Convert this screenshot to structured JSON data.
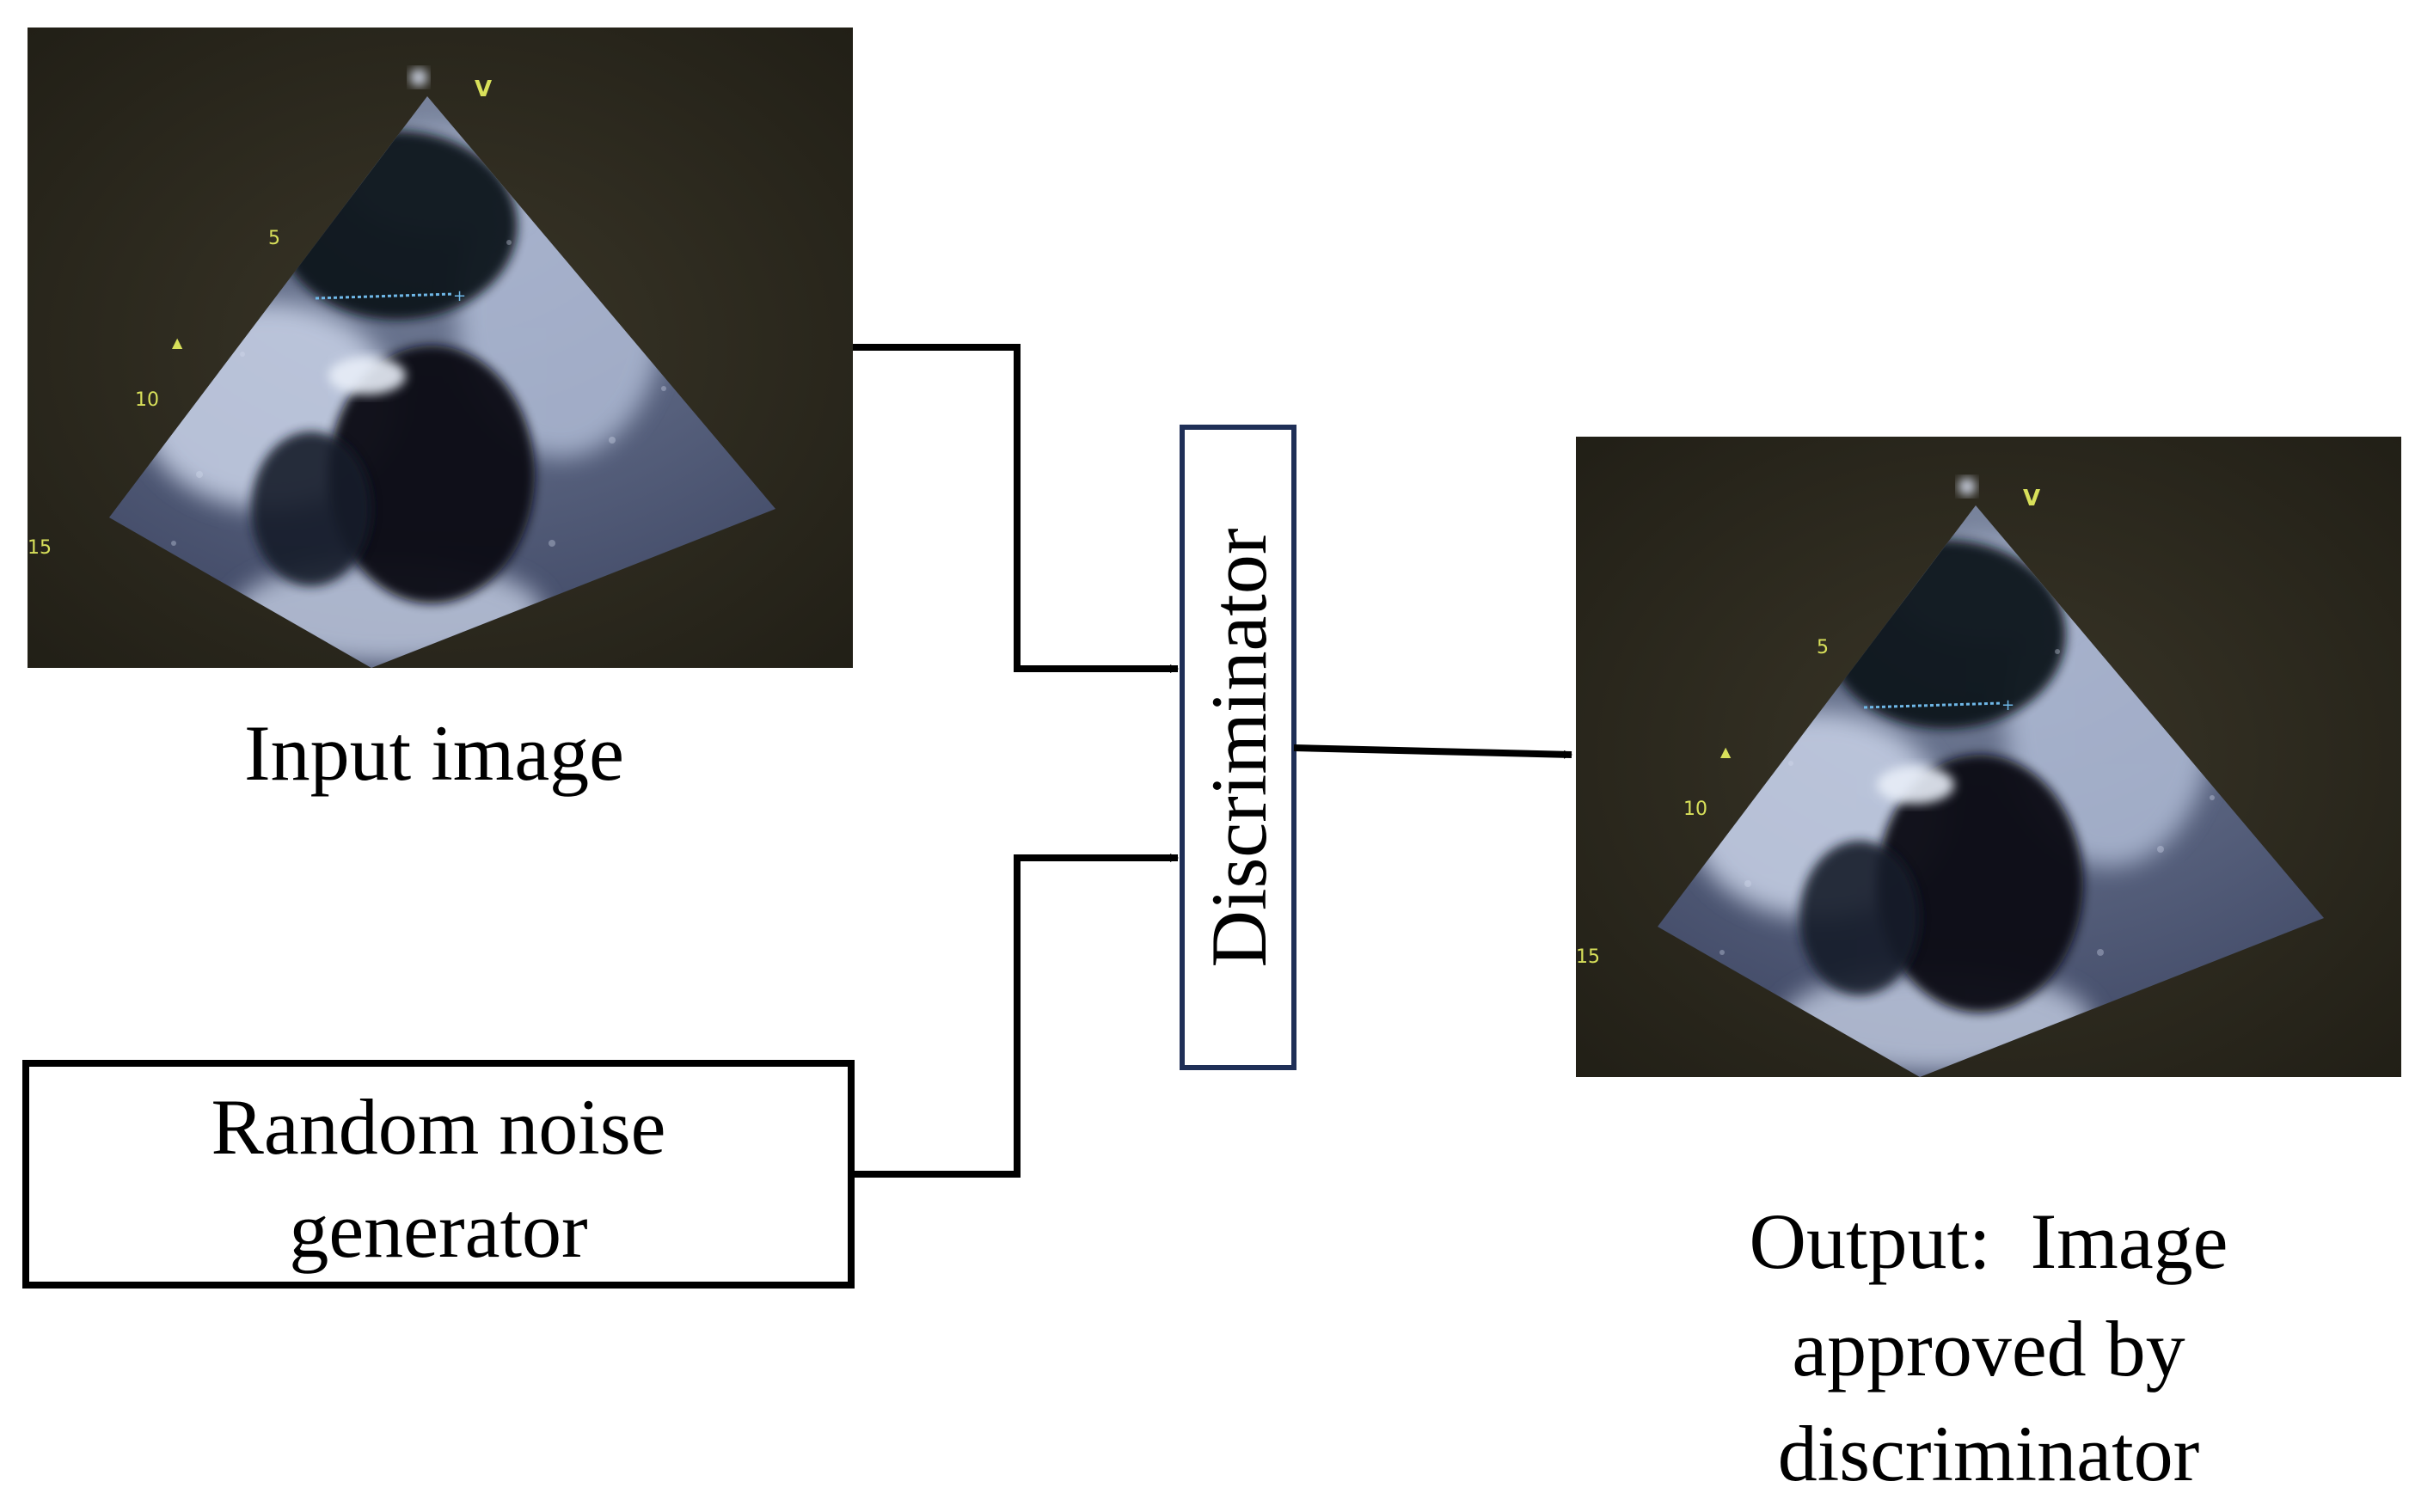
{
  "input_label": "Input image",
  "noise_box_label_line1": "Random noise",
  "noise_box_label_line2": "generator",
  "discriminator_label": "Discriminator",
  "output_label_line1": "Output:  Image",
  "output_label_line2": "approved by",
  "output_label_line3": "discriminator",
  "ultrasound_scale_marks": [
    "5",
    "10",
    "15"
  ],
  "ultrasound_orientation_mark": "V",
  "colors": {
    "line": "#000000",
    "discriminator_border": "#1f2f57",
    "ultrasound_bg": "#2d2a1f",
    "ultrasound_marker": "#d8e05a",
    "ultrasound_caliper": "#6fb8e8"
  }
}
